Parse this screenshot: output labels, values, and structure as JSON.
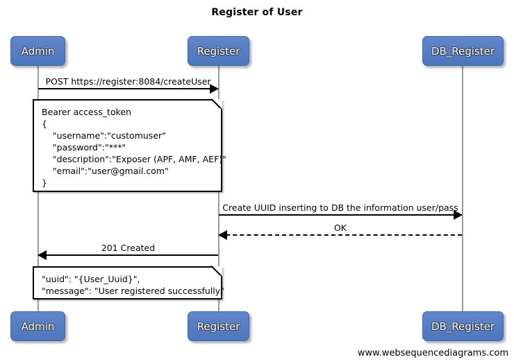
{
  "diagram": {
    "title": "Register of User",
    "footer": "www.websequencediagrams.com",
    "participants": [
      {
        "name": "Admin",
        "label": "Admin"
      },
      {
        "name": "Register",
        "label": "Register"
      },
      {
        "name": "DB_Register",
        "label": "DB_Register"
      }
    ],
    "messages": [
      {
        "label": "POST https://register:8084/createUser",
        "from": "Admin",
        "to": "Register",
        "style": "solid",
        "direction": "right"
      },
      {
        "label": "Create UUID inserting to DB the information user/pass",
        "from": "Register",
        "to": "DB_Register",
        "style": "solid",
        "direction": "right"
      },
      {
        "label": "OK",
        "from": "DB_Register",
        "to": "Register",
        "style": "dashed",
        "direction": "left"
      },
      {
        "label": "201 Created",
        "from": "Register",
        "to": "Admin",
        "style": "solid",
        "direction": "left"
      }
    ],
    "notes": [
      {
        "name": "request-payload-note",
        "text": "Bearer access_token\n{\n    \"username\":\"customuser\"\n    \"password\":\"***\"\n    \"description\":\"Exposer (APF, AMF, AEF)\"\n    \"email\":\"user@gmail.com\"\n}"
      },
      {
        "name": "response-payload-note",
        "text": "\"uuid\": \"{User_Uuid}\",\n\"message\": \"User registered successfully\""
      }
    ],
    "colors": {
      "actor_fill": "#4d76bd",
      "actor_text": "#ffffff",
      "lifeline": "#9a9a9a",
      "arrow": "#000000",
      "note_fill": "#ffffff",
      "background": "#ffffff"
    }
  }
}
